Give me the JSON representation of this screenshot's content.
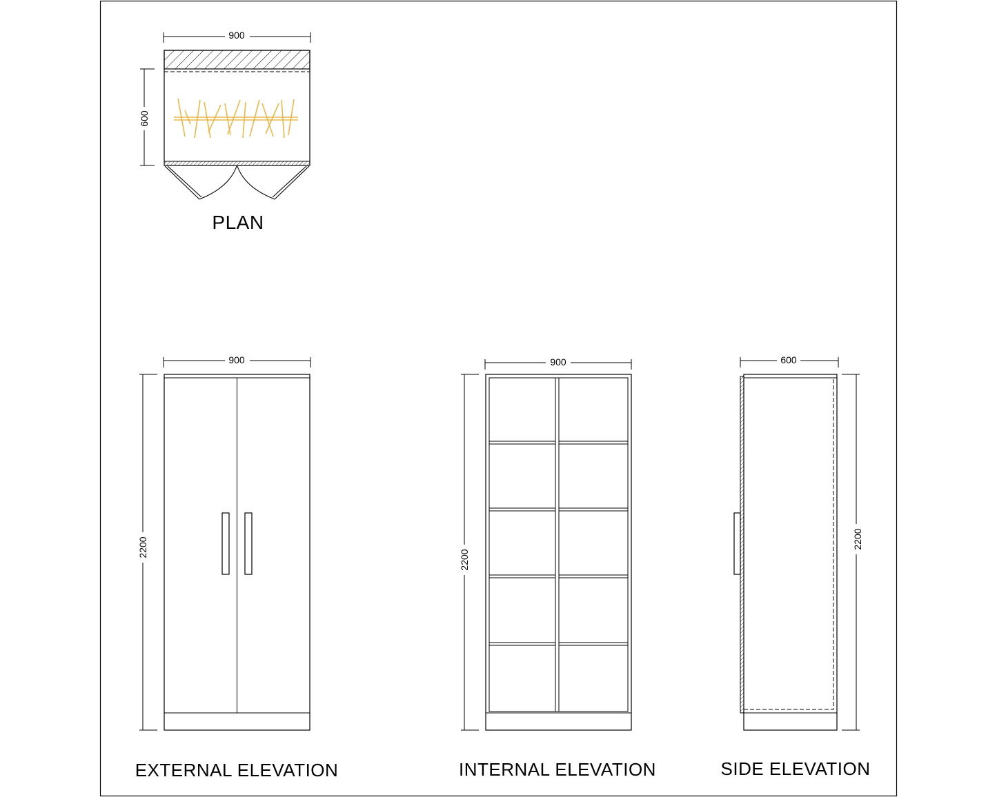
{
  "plan": {
    "title": "PLAN",
    "width_dim": "900",
    "depth_dim": "600",
    "hanger_color": "#e8b84a"
  },
  "external_elevation": {
    "title": "EXTERNAL ELEVATION",
    "width_dim": "900",
    "height_dim": "2200"
  },
  "internal_elevation": {
    "title": "INTERNAL ELEVATION",
    "width_dim": "900",
    "height_dim": "2200"
  },
  "side_elevation": {
    "title": "SIDE ELEVATION",
    "width_dim": "600",
    "height_dim": "2200"
  }
}
